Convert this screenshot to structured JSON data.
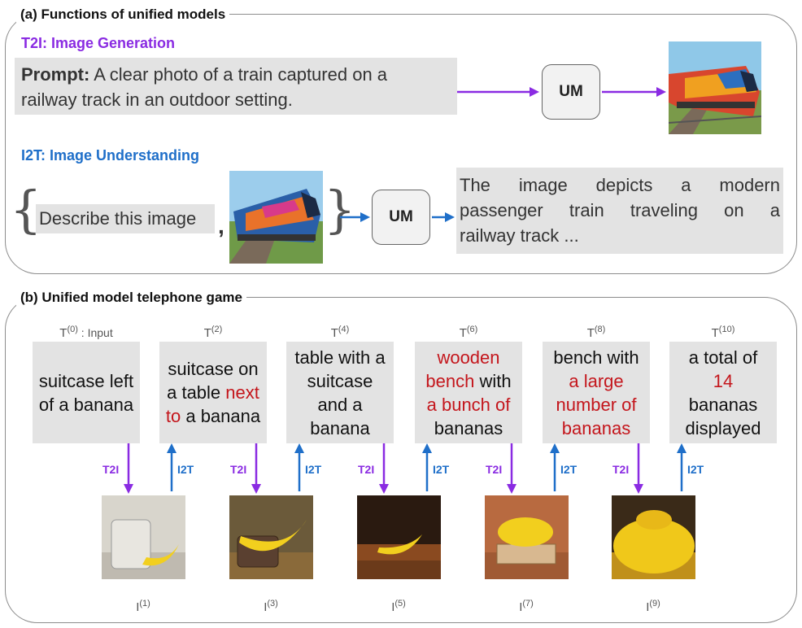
{
  "panel_a": {
    "title": "(a) Functions of unified models",
    "t2i_heading": "T2I: Image Generation",
    "prompt_bold": "Prompt:",
    "prompt_line1": " A clear photo of a train captured on a",
    "prompt_line2": "railway track in an outdoor setting.",
    "um_label": "UM",
    "i2t_heading": "I2T: Image Understanding",
    "describe_text": "Describe this image",
    "comma": ",",
    "response_line1": "The image depicts a modern",
    "response_line2": "passenger train traveling on a",
    "response_line3": "railway track ..."
  },
  "panel_b": {
    "title": "(b) Unified model telephone game",
    "text_nodes": [
      {
        "label": "T",
        "sup": "(0)",
        "suffix": " : Input",
        "lines": [
          [
            {
              "t": "suitcase left"
            }
          ],
          [
            {
              "t": "of a banana"
            }
          ]
        ]
      },
      {
        "label": "T",
        "sup": "(2)",
        "suffix": "",
        "lines": [
          [
            {
              "t": "suitcase on"
            }
          ],
          [
            {
              "t": "a table "
            },
            {
              "t": "next",
              "red": true
            }
          ],
          [
            {
              "t": "to",
              "red": true
            },
            {
              "t": " a banana"
            }
          ]
        ]
      },
      {
        "label": "T",
        "sup": "(4)",
        "suffix": "",
        "lines": [
          [
            {
              "t": "table with a"
            }
          ],
          [
            {
              "t": "suitcase"
            }
          ],
          [
            {
              "t": "and a"
            }
          ],
          [
            {
              "t": "banana"
            }
          ]
        ]
      },
      {
        "label": "T",
        "sup": "(6)",
        "suffix": "",
        "lines": [
          [
            {
              "t": "wooden",
              "red": true
            }
          ],
          [
            {
              "t": "bench",
              "red": true
            },
            {
              "t": " with"
            }
          ],
          [
            {
              "t": "a bunch of",
              "red": true
            }
          ],
          [
            {
              "t": "bananas"
            }
          ]
        ]
      },
      {
        "label": "T",
        "sup": "(8)",
        "suffix": "",
        "lines": [
          [
            {
              "t": "bench with"
            }
          ],
          [
            {
              "t": "a large",
              "red": true
            }
          ],
          [
            {
              "t": "number of",
              "red": true
            }
          ],
          [
            {
              "t": "bananas",
              "red": true
            }
          ]
        ]
      },
      {
        "label": "T",
        "sup": "(10)",
        "suffix": "",
        "lines": [
          [
            {
              "t": "a total of"
            }
          ],
          [
            {
              "t": "14",
              "red": true
            }
          ],
          [
            {
              "t": "bananas"
            }
          ],
          [
            {
              "t": "displayed"
            }
          ]
        ]
      }
    ],
    "t2i_label": "T2I",
    "i2t_label": "I2T",
    "image_nodes": [
      {
        "label": "I",
        "sup": "(1)"
      },
      {
        "label": "I",
        "sup": "(3)"
      },
      {
        "label": "I",
        "sup": "(5)"
      },
      {
        "label": "I",
        "sup": "(7)"
      },
      {
        "label": "I",
        "sup": "(9)"
      }
    ]
  },
  "colors": {
    "t2i_arrow": "#8a2be2",
    "i2t_arrow": "#1f6fc9",
    "highlight_text": "#c4161c",
    "box_fill": "#e3e3e3"
  }
}
